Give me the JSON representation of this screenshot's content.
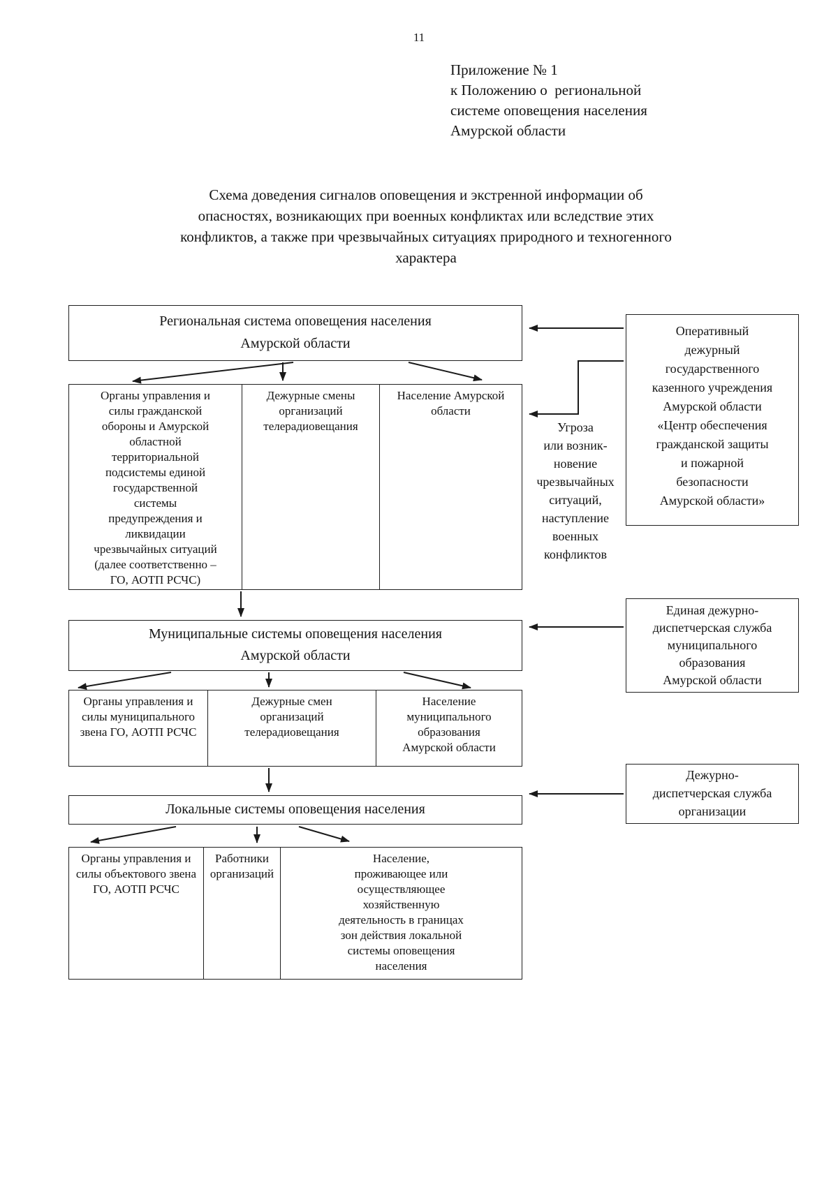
{
  "page": {
    "number": "11"
  },
  "annex": {
    "lines": [
      "Приложение № 1",
      "к Положению о  региональной",
      "системе оповещения населения",
      "Амурской области"
    ]
  },
  "doc_title": "Схема доведения сигналов оповещения и экстренной информации об\nопасностях, возникающих при военных конфликтах или вследствие этих\nконфликтов, а также при чрезвычайных ситуациях природного и техногенного\nхарактера",
  "colors": {
    "ink": "#141414",
    "border": "#1f1f1f",
    "background": "#ffffff"
  },
  "diagram": {
    "regional_system": {
      "title": "Региональная система оповещения населения\nАмурской области"
    },
    "regional_cells": [
      {
        "text": "Органы управления и\nсилы гражданской\nобороны и Амурской\nобластной\nтерриториальной\nподсистемы единой\nгосударственной\nсистемы\nпредупреждения и\nликвидации\nчрезвычайных ситуаций\n(далее соответственно –\nГО, АОТП РСЧС)"
      },
      {
        "text": "Дежурные смены\nорганизаций\nтелерадиовещания"
      },
      {
        "text": "Население Амурской\nобласти"
      }
    ],
    "duty_officer": {
      "text": "Оперативный\nдежурный\nгосударственного\nказенного учреждения\nАмурской области\n«Центр обеспечения\nгражданской защиты\nи пожарной\nбезопасности\nАмурской области»"
    },
    "threat_note": {
      "text": "Угроза\nили возник-\nновение\nчрезвычайных\nситуаций,\nнаступление\nвоенных\nконфликтов"
    },
    "municipal_system": {
      "title": "Муниципальные системы оповещения населения\nАмурской области"
    },
    "edds": {
      "text": "Единая дежурно-\nдиспетчерская служба\nмуниципального\nобразования\nАмурской области"
    },
    "municipal_cells": [
      {
        "text": "Органы управления и\nсилы муниципального\nзвена ГО, АОТП РСЧС"
      },
      {
        "text": "Дежурные смен\nорганизаций\nтелерадиовещания"
      },
      {
        "text": "Население\nмуниципального\nобразования\nАмурской области"
      }
    ],
    "local_system": {
      "title": "Локальные системы оповещения населения"
    },
    "dds_org": {
      "text": "Дежурно-\nдиспетчерская служба\nорганизации"
    },
    "local_cells": [
      {
        "text": "Органы управления и\nсилы объектового звена\nГО, АОТП РСЧС"
      },
      {
        "text": "Работники\nорганизаций"
      },
      {
        "text": "Население,\nпроживающее или\nосуществляющее\nхозяйственную\nдеятельность в границах\nзон действия локальной\nсистемы оповещения\nнаселения"
      }
    ]
  }
}
